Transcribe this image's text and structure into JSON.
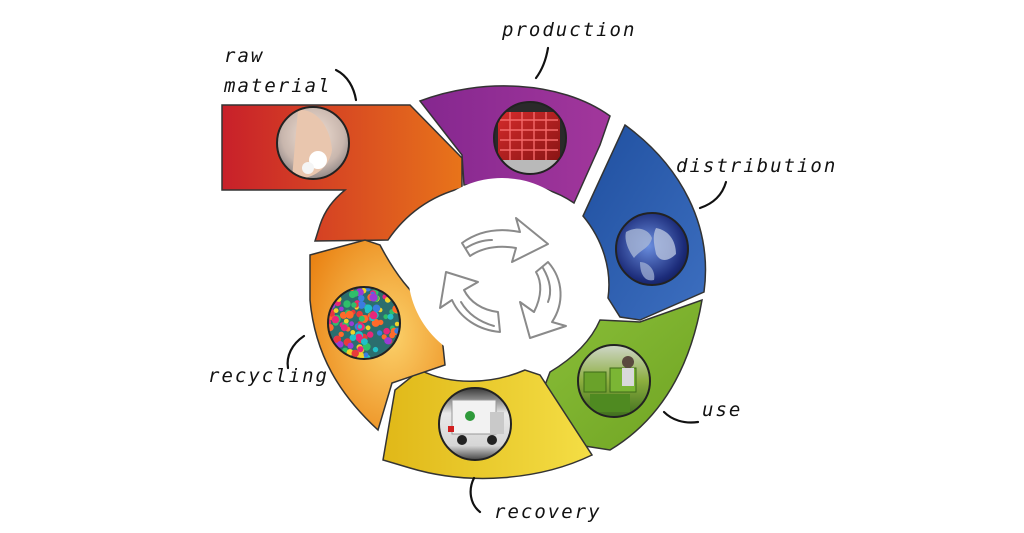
{
  "diagram": {
    "stages": [
      {
        "id": "raw_material",
        "lines": [
          "raw",
          "material"
        ],
        "color_start": "#cc2a26",
        "color_end": "#e56f14",
        "photo": "hand-holding-pellets"
      },
      {
        "id": "production",
        "lines": [
          "production"
        ],
        "color_start": "#8c2d93",
        "color_end": "#a6389a",
        "photo": "red-plastic-crates"
      },
      {
        "id": "distribution",
        "lines": [
          "distribution"
        ],
        "color_start": "#2352a3",
        "color_end": "#3a6fc1",
        "photo": "globe-night"
      },
      {
        "id": "use",
        "lines": [
          "use"
        ],
        "color_start": "#7fb52b",
        "color_end": "#9cc83e",
        "photo": "supermarket-crates"
      },
      {
        "id": "recovery",
        "lines": [
          "recovery"
        ],
        "color_start": "#e5c21b",
        "color_end": "#f2da3a",
        "photo": "recycling-truck"
      },
      {
        "id": "recycling",
        "lines": [
          "recycling"
        ],
        "color_start": "#ee8816",
        "color_end": "#f6b33a",
        "photo": "colored-pellets"
      }
    ],
    "center_icon": "recycle-arrows-sketch-icon"
  }
}
